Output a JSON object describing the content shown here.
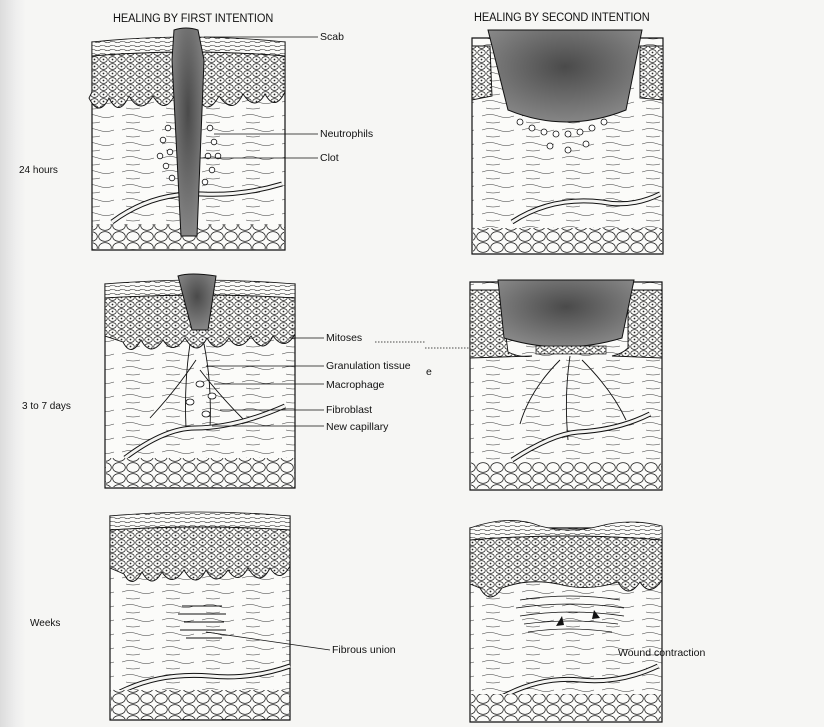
{
  "titles": {
    "first_intention": "HEALING BY FIRST INTENTION",
    "second_intention": "HEALING BY SECOND INTENTION"
  },
  "rows": {
    "row1": "24 hours",
    "row2": "3 to 7 days",
    "row3": "Weeks"
  },
  "labels": {
    "scab": "Scab",
    "neutrophils": "Neutrophils",
    "clot": "Clot",
    "mitoses": "Mitoses",
    "granulation_tissue": "Granulation tissue",
    "stray_e": "e",
    "macrophage": "Macrophage",
    "fibroblast": "Fibroblast",
    "new_capillary": "New capillary",
    "fibrous_union": "Fibrous union",
    "wound_contraction": "Wound contraction"
  },
  "colors": {
    "ink": "#111111",
    "scab_fill": "#6f6f6f",
    "paper": "#f6f6f4"
  }
}
